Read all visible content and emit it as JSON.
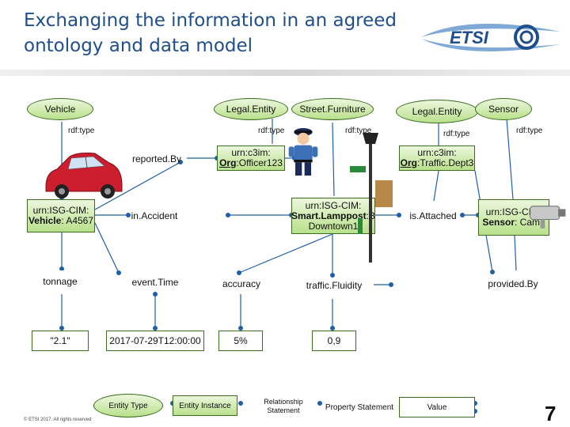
{
  "title": "Exchanging the information in an agreed ontology and data model",
  "logo_text": "ETSI",
  "colors": {
    "title": "#1f4e8c",
    "node_fill": "#b9e08b",
    "node_border": "#3a6b1e",
    "link": "#1f5fa8",
    "dot": "#1f5fa8"
  },
  "classes": {
    "vehicle": "Vehicle",
    "legal_entity_1": "Legal.Entity",
    "street_furniture": "Street.Furniture",
    "legal_entity_2": "Legal.Entity",
    "sensor": "Sensor"
  },
  "rdf_type_label": "rdf:type",
  "relationships": {
    "reported_by": "reported.By",
    "in_accident": "in.Accident",
    "event_time": "event.Time",
    "accuracy": "accuracy",
    "traffic_fluidity": "traffic.Fluidity",
    "is_attached": "is.Attached",
    "provided_by": "provided.By"
  },
  "properties": {
    "tonnage": "tonnage"
  },
  "instances": {
    "officer": {
      "prefix": "urn:c3im:",
      "bold": "Org",
      "suffix": ":Officer123"
    },
    "traffic_dept": {
      "prefix": "urn:c3im:",
      "bold": "Org",
      "suffix": ":Traffic.Dept3"
    },
    "vehicle": {
      "prefix": "urn:ISG-CIM:",
      "bold": "Vehicle",
      "suffix": ": A4567"
    },
    "lamppost": {
      "prefix": "urn:ISG-CIM:",
      "bold": "Smart.Lamppost",
      "suffix": ":B Downtown1"
    },
    "sensor": {
      "prefix": "urn:ISG-CIM:",
      "bold": "Sensor",
      "suffix": ": Cam1"
    }
  },
  "values": {
    "tonnage": "\"2.1\"",
    "event_time": "2017-07-29T12:00:00",
    "accuracy": "5%",
    "traffic_fluidity": "0,9"
  },
  "legend": {
    "entity_type": "Entity Type",
    "entity_instance": "Entity Instance",
    "relationship_statement": "Relationship Statement",
    "property_statement": "Property Statement",
    "value": "Value"
  },
  "footer": "© ETSI 2017. All rights reserved",
  "page_number": "7",
  "icons": [
    "car-illustration",
    "police-officer-illustration",
    "lamppost-illustration",
    "camera-illustration"
  ]
}
